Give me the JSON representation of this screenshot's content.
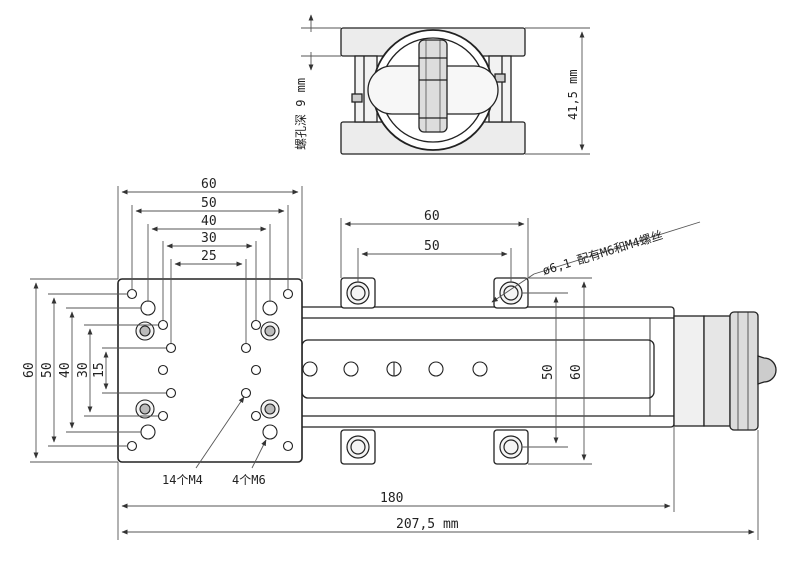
{
  "colors": {
    "line": "#222222",
    "dim": "#555555",
    "hole_fill": "#f4f4f4",
    "metal": "#e8e8e8",
    "background": "#ffffff"
  },
  "top_view": {
    "thread_depth_label": "螺孔深 9 mm",
    "height_label": "41,5 mm"
  },
  "plate_dims": {
    "widths": [
      "60",
      "50",
      "40",
      "30",
      "25"
    ],
    "heights": [
      "60",
      "50",
      "40",
      "30",
      "15"
    ]
  },
  "rail_dims": {
    "widths": [
      "60",
      "50"
    ],
    "heights": [
      "50",
      "60"
    ]
  },
  "callouts": {
    "counterbore": "ø6,1 配有M6和M4螺丝",
    "m4_holes": "14个M4",
    "m6_holes": "4个M6"
  },
  "overall": {
    "travel_length": "180",
    "total_length": "207,5 mm"
  }
}
